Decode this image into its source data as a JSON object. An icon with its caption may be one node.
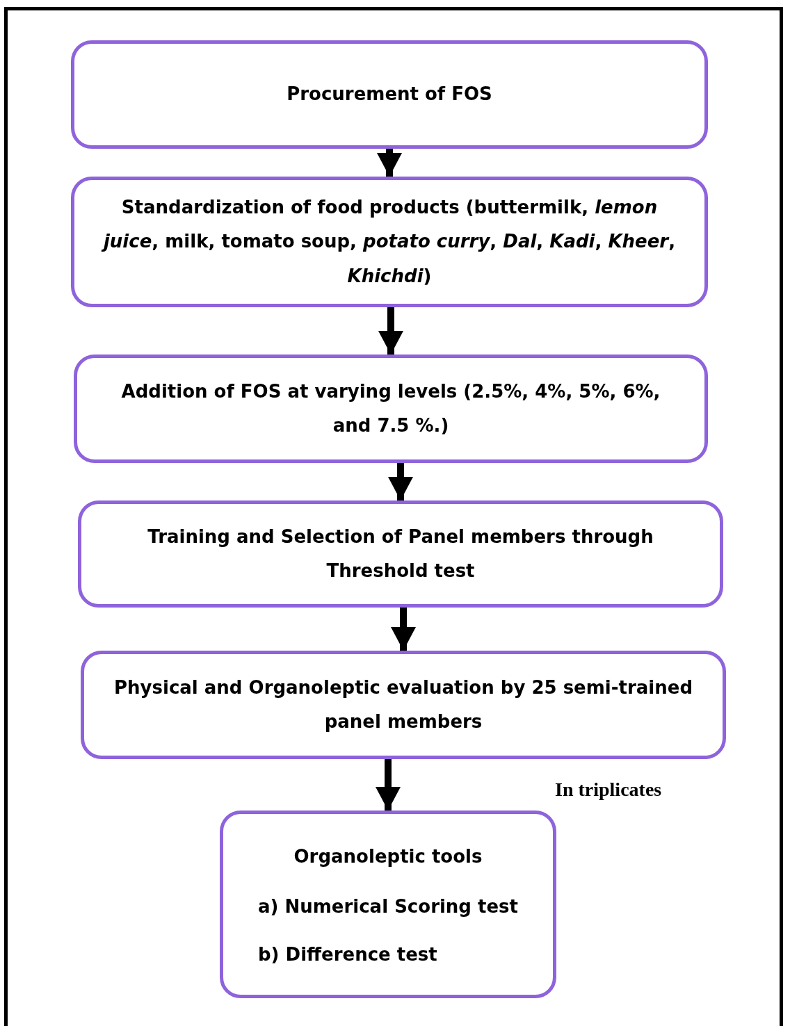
{
  "diagram": {
    "nodes": [
      {
        "text": [
          "Procurement of FOS"
        ]
      },
      {
        "text": [
          "Standardization of food products (buttermilk, *lemon juice*, milk, tomato soup, *potato curry*, *Dal*, *Kadi*, *Kheer*, *Khichdi*)"
        ]
      },
      {
        "text": [
          "Addition of FOS at varying levels (2.5%, 4%, 5%, 6%, and 7.5 %.)"
        ]
      },
      {
        "text": [
          "Training and Selection of Panel members through Threshold test"
        ]
      },
      {
        "text": [
          "Physical and Organoleptic evaluation by 25 semi-trained panel members"
        ]
      },
      {
        "text": [
          "Organoleptic tools",
          "a) Numerical Scoring test",
          "b) Difference test"
        ]
      }
    ],
    "edges": [
      {
        "from": 0,
        "to": 1,
        "arrow": "to"
      },
      {
        "from": 1,
        "to": 2,
        "arrow": "to"
      },
      {
        "from": 2,
        "to": 3,
        "arrow": "to"
      },
      {
        "from": 3,
        "to": 4,
        "arrow": "to"
      },
      {
        "from": 4,
        "to": 5,
        "arrow": "to"
      }
    ],
    "labels": [
      "In triplicates"
    ]
  }
}
